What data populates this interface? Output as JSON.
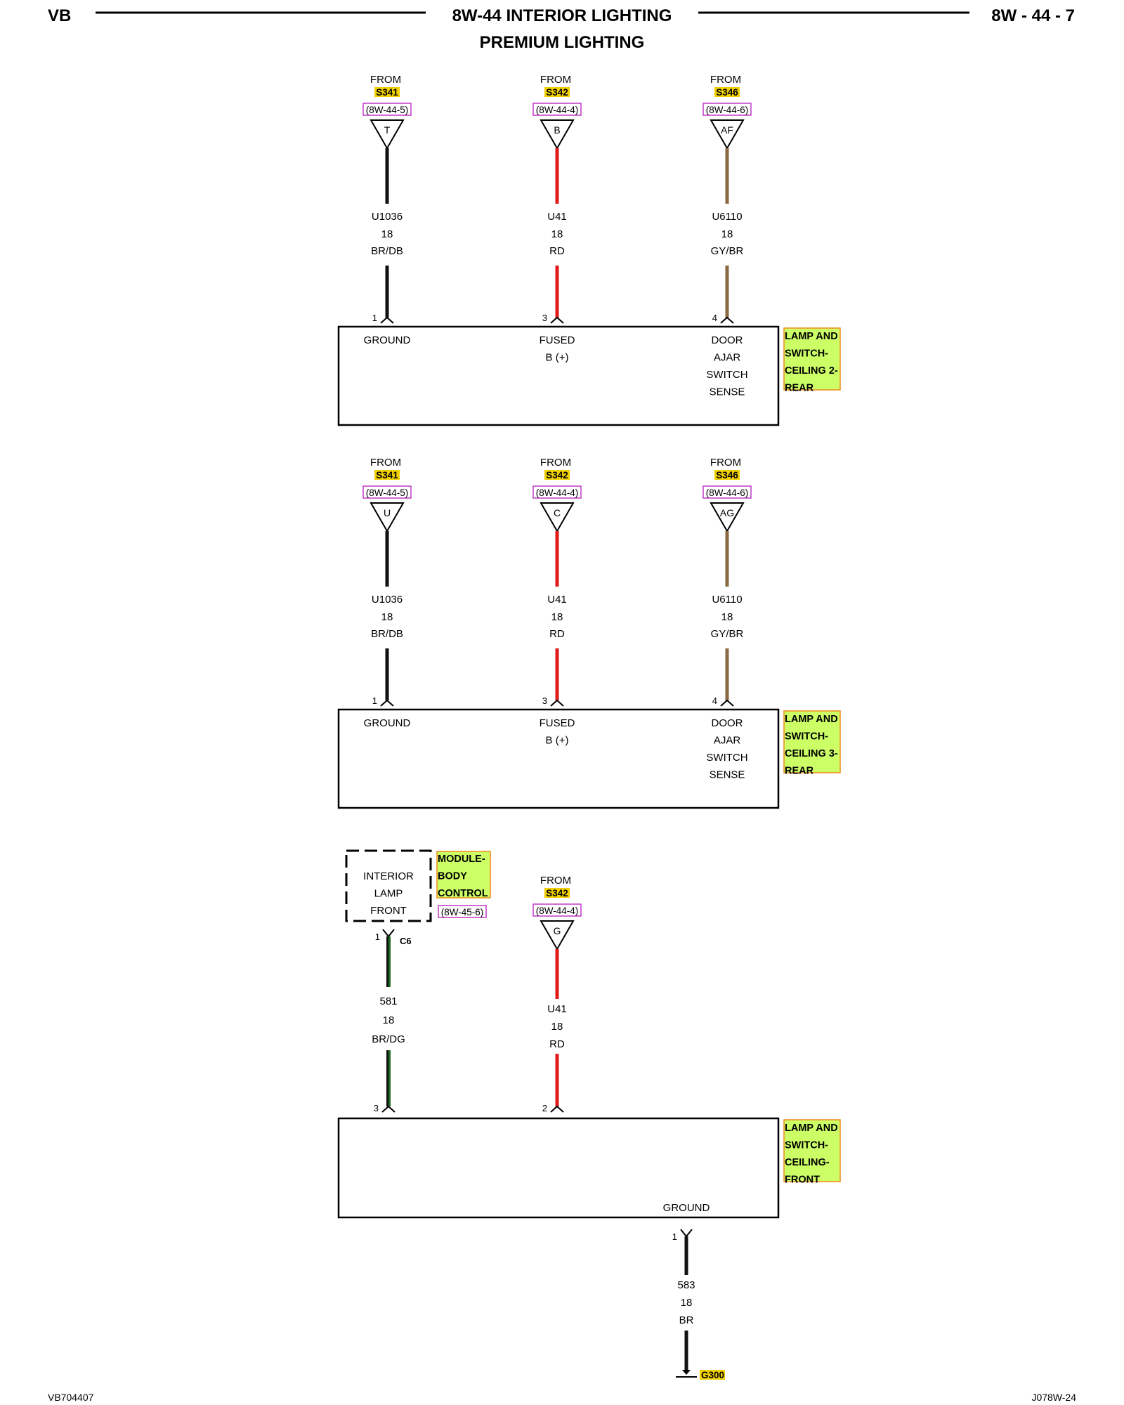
{
  "header": {
    "left": "VB",
    "title": "8W-44 INTERIOR LIGHTING",
    "subtitle": "PREMIUM LIGHTING",
    "right": "8W - 44 - 7"
  },
  "footer": {
    "left": "VB704407",
    "right": "J078W-24"
  },
  "colors": {
    "wire_black": "#111111",
    "wire_red": "#e01b1b",
    "wire_brown": "#8a6a44",
    "wire_green": "#1f6b1f",
    "splice_highlight": "#f2d000",
    "ref_border": "#c03ac8",
    "callout_fill": "#ccff66",
    "callout_border": "#f08a1a"
  },
  "sections": [
    {
      "callout": [
        "LAMP AND",
        "SWITCH-",
        "CEILING 2-",
        "REAR"
      ],
      "wires": [
        {
          "from": "FROM",
          "splice": "S341",
          "ref": "8W-44-5",
          "tri": "T",
          "circuit": "U1036",
          "gauge": "18",
          "color_code": "BR/DB",
          "pin": "1",
          "function": [
            "GROUND"
          ]
        },
        {
          "from": "FROM",
          "splice": "S342",
          "ref": "8W-44-4",
          "tri": "B",
          "circuit": "U41",
          "gauge": "18",
          "color_code": "RD",
          "pin": "3",
          "function": [
            "FUSED",
            "B (+)"
          ]
        },
        {
          "from": "FROM",
          "splice": "S346",
          "ref": "8W-44-6",
          "tri": "AF",
          "circuit": "U6110",
          "gauge": "18",
          "color_code": "GY/BR",
          "pin": "4",
          "function": [
            "DOOR",
            "AJAR",
            "SWITCH",
            "SENSE"
          ]
        }
      ]
    },
    {
      "callout": [
        "LAMP AND",
        "SWITCH-",
        "CEILING 3-",
        "REAR"
      ],
      "wires": [
        {
          "from": "FROM",
          "splice": "S341",
          "ref": "8W-44-5",
          "tri": "U",
          "circuit": "U1036",
          "gauge": "18",
          "color_code": "BR/DB",
          "pin": "1",
          "function": [
            "GROUND"
          ]
        },
        {
          "from": "FROM",
          "splice": "S342",
          "ref": "8W-44-4",
          "tri": "C",
          "circuit": "U41",
          "gauge": "18",
          "color_code": "RD",
          "pin": "3",
          "function": [
            "FUSED",
            "B (+)"
          ]
        },
        {
          "from": "FROM",
          "splice": "S346",
          "ref": "8W-44-6",
          "tri": "AG",
          "circuit": "U6110",
          "gauge": "18",
          "color_code": "GY/BR",
          "pin": "4",
          "function": [
            "DOOR",
            "AJAR",
            "SWITCH",
            "SENSE"
          ]
        }
      ]
    }
  ],
  "front": {
    "module_box": [
      "INTERIOR",
      "LAMP",
      "FRONT"
    ],
    "module_callout": [
      "MODULE-",
      "BODY",
      "CONTROL"
    ],
    "module_ref": "8W-45-6",
    "module_pin": "1",
    "module_connector": "C6",
    "wire_left": {
      "circuit": "581",
      "gauge": "18",
      "color_code": "BR/DG",
      "pin": "3"
    },
    "wire_mid": {
      "from": "FROM",
      "splice": "S342",
      "ref": "8W-44-4",
      "tri": "G",
      "circuit": "U41",
      "gauge": "18",
      "color_code": "RD",
      "pin": "2"
    },
    "callout": [
      "LAMP AND",
      "SWITCH-",
      "CEILING-",
      "FRONT"
    ],
    "ground_label": "GROUND",
    "ground_pin": "1",
    "ground_wire": {
      "circuit": "583",
      "gauge": "18",
      "color_code": "BR"
    },
    "ground_point": "G300"
  }
}
